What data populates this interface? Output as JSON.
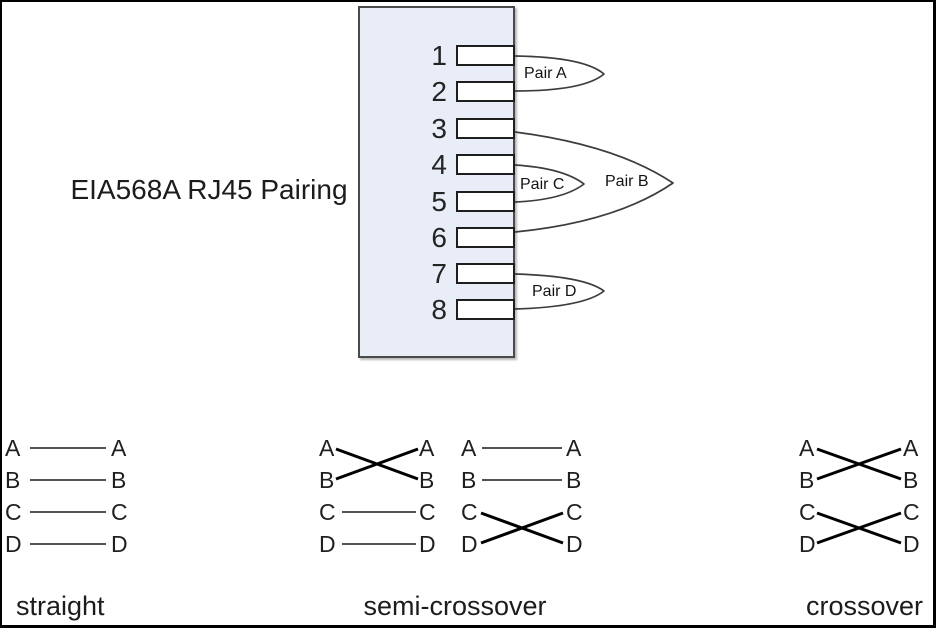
{
  "title": "EIA568A RJ45 Pairing",
  "connector": {
    "pins": [
      "1",
      "2",
      "3",
      "4",
      "5",
      "6",
      "7",
      "8"
    ],
    "pairs": [
      {
        "label": "Pair A",
        "connects_pins": [
          1,
          2
        ]
      },
      {
        "label": "Pair B",
        "connects_pins": [
          3,
          6
        ]
      },
      {
        "label": "Pair C",
        "connects_pins": [
          4,
          5
        ]
      },
      {
        "label": "Pair D",
        "connects_pins": [
          7,
          8
        ]
      }
    ]
  },
  "wiring": {
    "rows": [
      "A",
      "B",
      "C",
      "D"
    ],
    "diagrams": [
      {
        "caption": "straight",
        "groups": [
          {
            "connections": [
              [
                "A",
                "A"
              ],
              [
                "B",
                "B"
              ],
              [
                "C",
                "C"
              ],
              [
                "D",
                "D"
              ]
            ],
            "crossed": []
          }
        ]
      },
      {
        "caption": "semi-crossover",
        "groups": [
          {
            "connections": [
              [
                "A",
                "B"
              ],
              [
                "B",
                "A"
              ],
              [
                "C",
                "C"
              ],
              [
                "D",
                "D"
              ]
            ],
            "crossed": [
              "A-B"
            ]
          },
          {
            "connections": [
              [
                "A",
                "A"
              ],
              [
                "B",
                "B"
              ],
              [
                "C",
                "D"
              ],
              [
                "D",
                "C"
              ]
            ],
            "crossed": [
              "C-D"
            ]
          }
        ]
      },
      {
        "caption": "crossover",
        "groups": [
          {
            "connections": [
              [
                "A",
                "B"
              ],
              [
                "B",
                "A"
              ],
              [
                "C",
                "D"
              ],
              [
                "D",
                "C"
              ]
            ],
            "crossed": [
              "A-B",
              "C-D"
            ]
          }
        ]
      }
    ]
  },
  "colors": {
    "connector_fill": "#e8edf8",
    "connector_border": "#4a4a4a",
    "brace_line": "#3d3d3d",
    "straight_wire": "#3a3a3a",
    "crossed_wire": "#000000",
    "text": "#1a1a1a"
  }
}
